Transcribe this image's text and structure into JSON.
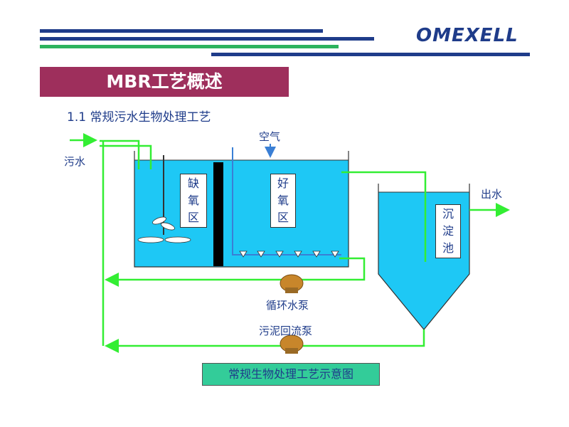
{
  "header": {
    "logo_text": "OMEXELL",
    "title": "MBR工艺概述",
    "subtitle": "1.1 常规污水生物处理工艺"
  },
  "diagram": {
    "inlet_label": "污水",
    "air_label": "空气",
    "outlet_label": "出水",
    "anoxic_zone": [
      "缺",
      "氧",
      "区"
    ],
    "aerobic_zone": [
      "好",
      "氧",
      "区"
    ],
    "clarifier": [
      "沉",
      "淀",
      "池"
    ],
    "circulation_pump_label": "循环水泵",
    "sludge_pump_label": "污泥回流泵",
    "caption": "常规生物处理工艺示意图"
  },
  "colors": {
    "title_bg": "#9e2f5c",
    "water": "#1ec8f5",
    "pipe": "#33ee33",
    "stripe_blue": "#1f3c8a",
    "stripe_green": "#2db35d",
    "caption_bg": "#33cc99"
  }
}
